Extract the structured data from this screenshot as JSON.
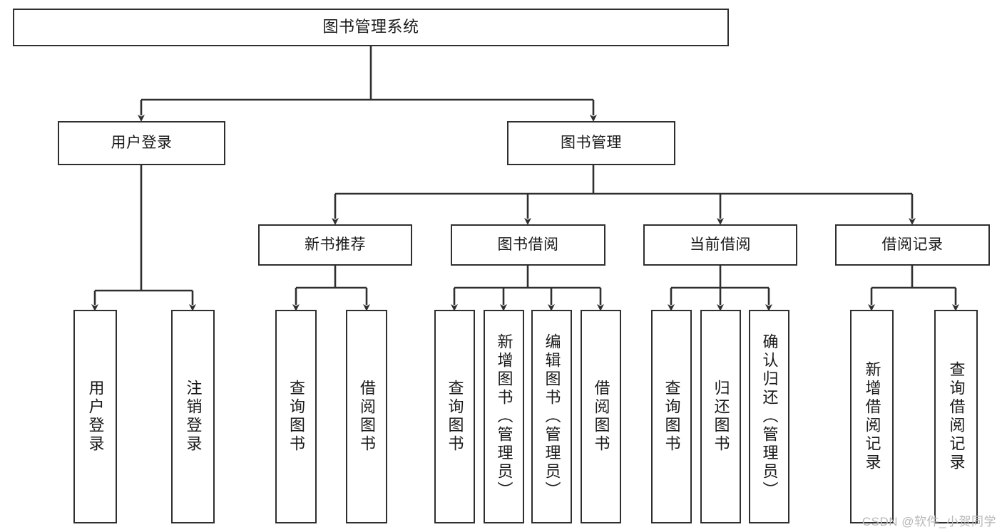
{
  "diagram": {
    "title": "图书管理系统",
    "type": "tree",
    "colors": {
      "stroke": "#2f2f2f",
      "fill": "#ffffff",
      "text": "#1a1a1a",
      "watermark": "#b8b8b8"
    },
    "levels": {
      "root": {
        "label": "图书管理系统"
      },
      "level2": [
        {
          "label": "用户登录"
        },
        {
          "label": "图书管理"
        }
      ],
      "level3": [
        {
          "label": "新书推荐"
        },
        {
          "label": "图书借阅"
        },
        {
          "label": "当前借阅"
        },
        {
          "label": "借阅记录"
        }
      ],
      "leaves": [
        {
          "label": "用户登录",
          "parent": "用户登录"
        },
        {
          "label": "注销登录",
          "parent": "用户登录"
        },
        {
          "label": "查询图书",
          "parent": "新书推荐"
        },
        {
          "label": "借阅图书",
          "parent": "新书推荐"
        },
        {
          "label": "查询图书",
          "parent": "图书借阅"
        },
        {
          "label": "新增图书（管理员）",
          "parent": "图书借阅"
        },
        {
          "label": "编辑图书（管理员）",
          "parent": "图书借阅"
        },
        {
          "label": "借阅图书",
          "parent": "图书借阅"
        },
        {
          "label": "查询图书",
          "parent": "当前借阅"
        },
        {
          "label": "归还图书",
          "parent": "当前借阅"
        },
        {
          "label": "确认归还（管理员）",
          "parent": "当前借阅"
        },
        {
          "label": "新增借阅记录",
          "parent": "借阅记录"
        },
        {
          "label": "查询借阅记录",
          "parent": "借阅记录"
        }
      ]
    }
  },
  "watermark": {
    "text": "CSDN @软件_小贺同学"
  }
}
